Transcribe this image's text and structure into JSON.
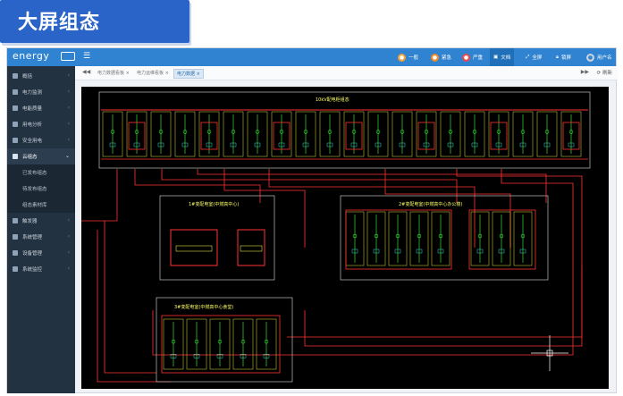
{
  "banner": {
    "title": "大屏组态"
  },
  "app": {
    "logo": "energy",
    "toolbar": [
      {
        "label": "一般",
        "color": "#f0a23a"
      },
      {
        "label": "紧急",
        "color": "#f08a24"
      },
      {
        "label": "严重",
        "color": "#e94b4b"
      },
      {
        "label": "文档",
        "color": "#ffffff"
      },
      {
        "label": "全屏",
        "color": "#ffffff"
      },
      {
        "label": "锁屏",
        "color": "#ffffff"
      },
      {
        "label": "用户名",
        "color": "#ffffff"
      }
    ],
    "sidebar": {
      "items": [
        {
          "label": "概括"
        },
        {
          "label": "电力监测"
        },
        {
          "label": "电能质量"
        },
        {
          "label": "用电分析"
        },
        {
          "label": "安全用电"
        },
        {
          "label": "云组态"
        },
        {
          "label": "触发器"
        },
        {
          "label": "系统管理"
        },
        {
          "label": "设备管理"
        },
        {
          "label": "系统监控"
        }
      ],
      "subitems": [
        {
          "label": "已发布组态"
        },
        {
          "label": "待发布组态"
        },
        {
          "label": "组态素材库"
        }
      ]
    },
    "tabs": [
      {
        "label": "电力数据看板"
      },
      {
        "label": "电力运维看板"
      },
      {
        "label": "电力数据"
      }
    ],
    "refresh_label": "刷新",
    "diagram": {
      "top_title": "10kV配电柜组态",
      "left_box_title": "1#变配电室(中燃高中心)",
      "right_box_title": "2#变配电室(中燃高中心办公楼)",
      "bottom_box_title": "3#变配电室(中燃高中心食堂)"
    }
  }
}
